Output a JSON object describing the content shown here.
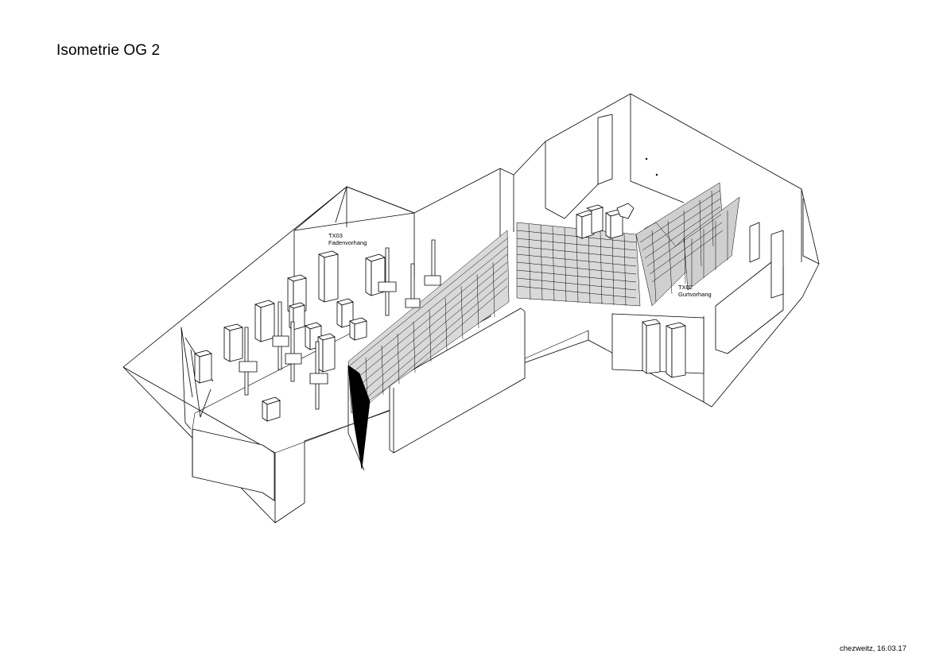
{
  "title": "Isometrie OG 2",
  "labels": {
    "tx03": {
      "code": "TX03",
      "name": "Fadenvorhang"
    },
    "tx02": {
      "code": "TX02",
      "name": "Gurtvorhang"
    }
  },
  "footer": "chezweitz, 16.03.17",
  "colors": {
    "line": "#000000",
    "background": "#ffffff"
  }
}
